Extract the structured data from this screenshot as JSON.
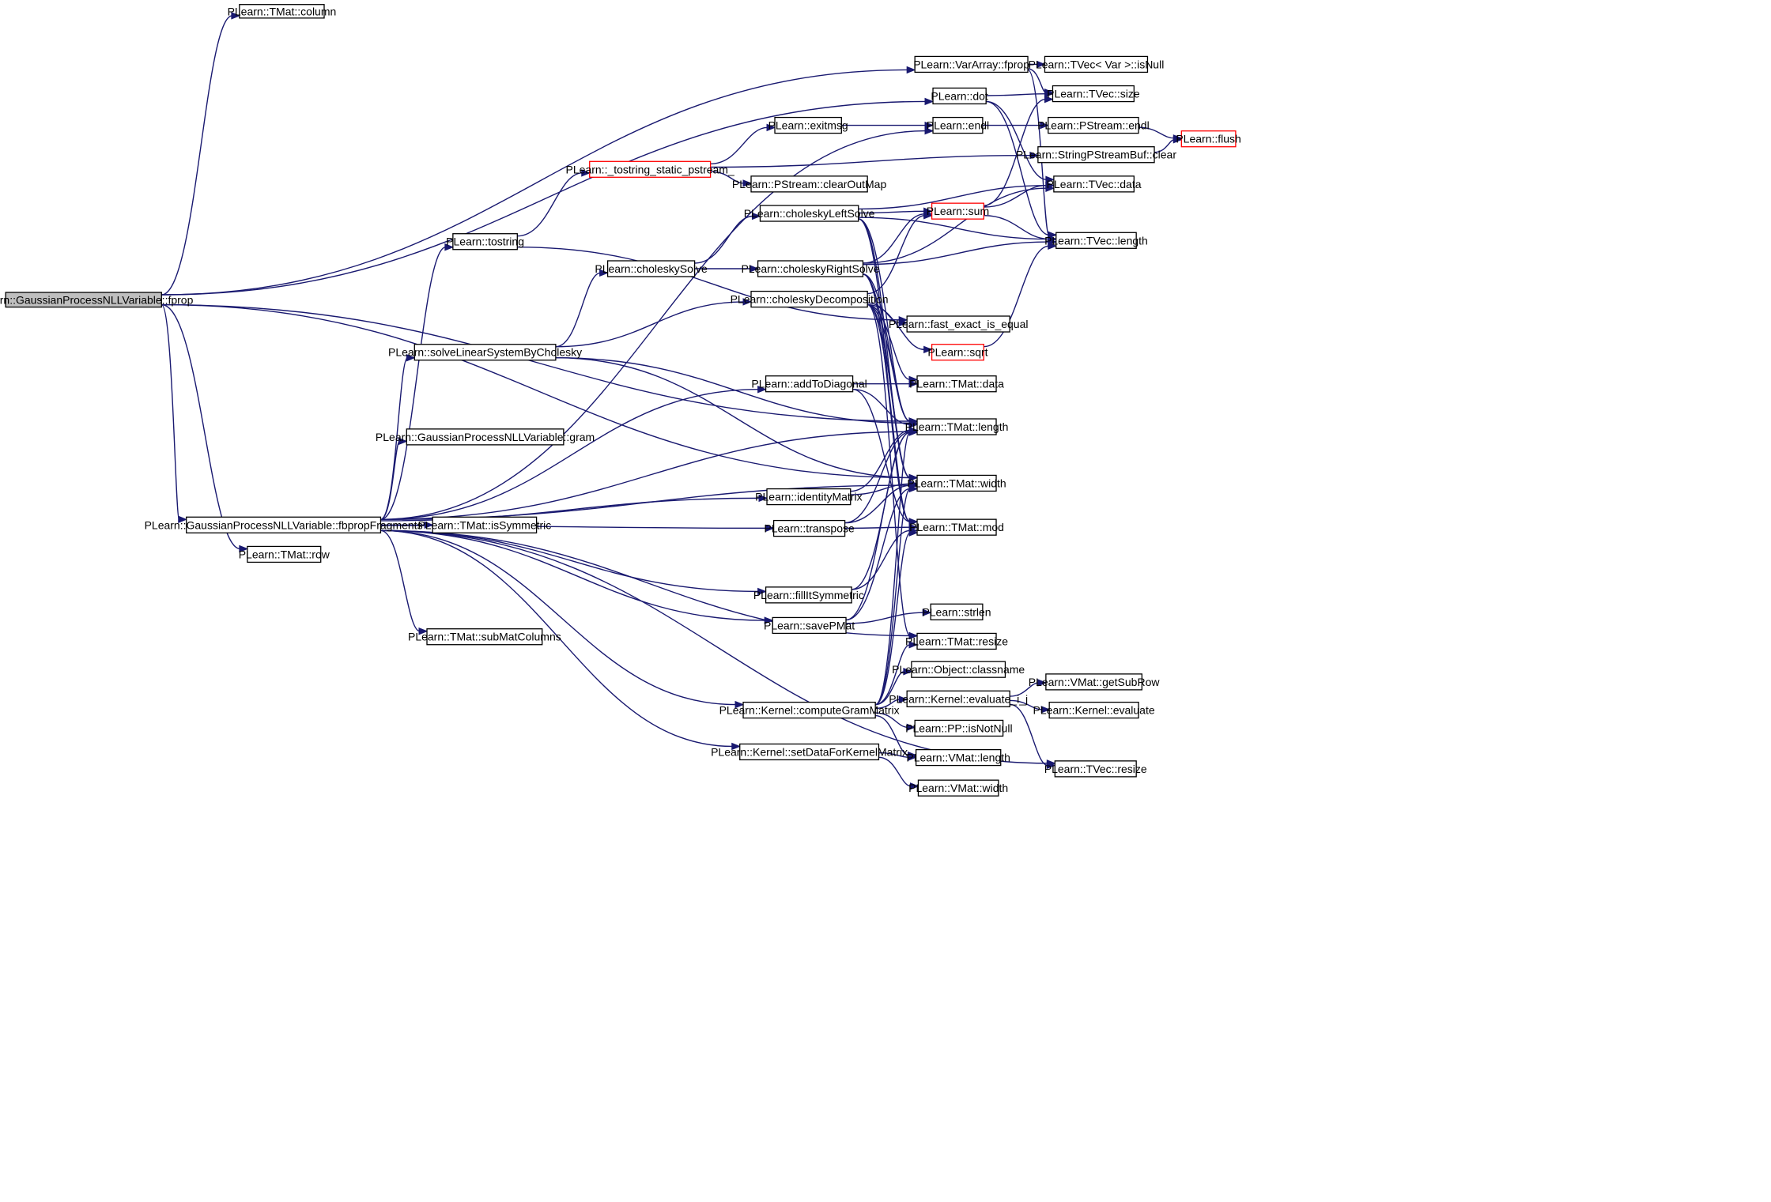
{
  "nodes": {
    "fprop": {
      "label": "PLearn::GaussianProcessNLLVariable::fprop",
      "style": "root"
    },
    "tmat_column": {
      "label": "PLearn::TMat::column"
    },
    "vararray_fprop": {
      "label": "PLearn::VarArray::fprop"
    },
    "tvec_var_isnull": {
      "label": "PLearn::TVec< Var >::isNull"
    },
    "dot": {
      "label": "PLearn::dot"
    },
    "tvec_size": {
      "label": "PLearn::TVec::size"
    },
    "exitmsg": {
      "label": "PLearn::exitmsg"
    },
    "endl": {
      "label": "PLearn::endl"
    },
    "pstream_endl": {
      "label": "PLearn::PStream::endl"
    },
    "flush": {
      "label": "PLearn::flush",
      "style": "red"
    },
    "tostring_static": {
      "label": "PLearn::_tostring_static_pstream_",
      "style": "red"
    },
    "stringpstreambuf_clear": {
      "label": "PLearn::StringPStreamBuf::clear"
    },
    "pstream_clearoutmap": {
      "label": "PLearn::PStream::clearOutMap"
    },
    "tvec_data": {
      "label": "PLearn::TVec::data"
    },
    "tostring": {
      "label": "PLearn::tostring"
    },
    "cholesky_left": {
      "label": "PLearn::choleskyLeftSolve"
    },
    "sum": {
      "label": "PLearn::sum",
      "style": "red"
    },
    "tvec_length": {
      "label": "PLearn::TVec::length"
    },
    "cholesky_solve": {
      "label": "PLearn::choleskySolve"
    },
    "cholesky_right": {
      "label": "PLearn::choleskyRightSolve"
    },
    "cholesky_decomp": {
      "label": "PLearn::choleskyDecomposition"
    },
    "fast_exact": {
      "label": "PLearn::fast_exact_is_equal"
    },
    "solve_linear": {
      "label": "PLearn::solveLinearSystemByCholesky"
    },
    "sqrt": {
      "label": "PLearn::sqrt",
      "style": "red"
    },
    "add_diag": {
      "label": "PLearn::addToDiagonal"
    },
    "tmat_data": {
      "label": "PLearn::TMat::data"
    },
    "tmat_length": {
      "label": "PLearn::TMat::length"
    },
    "gram": {
      "label": "PLearn::GaussianProcessNLLVariable::gram"
    },
    "tmat_width": {
      "label": "PLearn::TMat::width"
    },
    "identity": {
      "label": "PLearn::identityMatrix"
    },
    "fbprop": {
      "label": "PLearn::GaussianProcessNLLVariable::fbpropFragments"
    },
    "tmat_issym": {
      "label": "PLearn::TMat::isSymmetric"
    },
    "transpose": {
      "label": "PLearn::transpose"
    },
    "tmat_mod": {
      "label": "PLearn::TMat::mod"
    },
    "tmat_row": {
      "label": "PLearn::TMat::row"
    },
    "fill_sym": {
      "label": "PLearn::fillItSymmetric"
    },
    "strlen": {
      "label": "PLearn::strlen"
    },
    "save_pmat": {
      "label": "PLearn::savePMat"
    },
    "submat_cols": {
      "label": "PLearn::TMat::subMatColumns"
    },
    "tmat_resize": {
      "label": "PLearn::TMat::resize"
    },
    "classname": {
      "label": "PLearn::Object::classname"
    },
    "vmat_getsubrow": {
      "label": "PLearn::VMat::getSubRow"
    },
    "evaluate_ij": {
      "label": "PLearn::Kernel::evaluate_i_j"
    },
    "compute_gram": {
      "label": "PLearn::Kernel::computeGramMatrix"
    },
    "kernel_evaluate": {
      "label": "PLearn::Kernel::evaluate"
    },
    "pp_isnotnull": {
      "label": "PLearn::PP::isNotNull"
    },
    "set_data_kernel": {
      "label": "PLearn::Kernel::setDataForKernelMatrix"
    },
    "vmat_length": {
      "label": "PLearn::VMat::length"
    },
    "tvec_resize": {
      "label": "PLearn::TVec::resize"
    },
    "vmat_width": {
      "label": "PLearn::VMat::width"
    }
  },
  "edges": [
    [
      "fprop",
      "tmat_column"
    ],
    [
      "fprop",
      "vararray_fprop"
    ],
    [
      "fprop",
      "dot"
    ],
    [
      "fprop",
      "tmat_length"
    ],
    [
      "fprop",
      "tmat_width"
    ],
    [
      "fprop",
      "fbprop"
    ],
    [
      "fprop",
      "tmat_row"
    ],
    [
      "vararray_fprop",
      "tvec_var_isnull"
    ],
    [
      "vararray_fprop",
      "tvec_size"
    ],
    [
      "vararray_fprop",
      "tvec_length"
    ],
    [
      "dot",
      "tvec_size"
    ],
    [
      "dot",
      "tvec_data"
    ],
    [
      "dot",
      "tvec_length"
    ],
    [
      "exitmsg",
      "endl"
    ],
    [
      "endl",
      "pstream_endl"
    ],
    [
      "pstream_endl",
      "flush"
    ],
    [
      "stringpstreambuf_clear",
      "flush"
    ],
    [
      "tostring_static",
      "exitmsg"
    ],
    [
      "tostring_static",
      "stringpstreambuf_clear"
    ],
    [
      "tostring_static",
      "pstream_clearoutmap"
    ],
    [
      "tostring",
      "tostring_static"
    ],
    [
      "tostring",
      "fast_exact"
    ],
    [
      "cholesky_left",
      "tvec_data"
    ],
    [
      "cholesky_left",
      "sum"
    ],
    [
      "cholesky_left",
      "tvec_length"
    ],
    [
      "cholesky_left",
      "tmat_length"
    ],
    [
      "cholesky_left",
      "tmat_width"
    ],
    [
      "cholesky_left",
      "tmat_mod"
    ],
    [
      "sum",
      "tvec_size"
    ],
    [
      "sum",
      "tvec_data"
    ],
    [
      "sum",
      "tvec_length"
    ],
    [
      "cholesky_solve",
      "cholesky_left"
    ],
    [
      "cholesky_solve",
      "cholesky_right"
    ],
    [
      "cholesky_right",
      "sum"
    ],
    [
      "cholesky_right",
      "tvec_data"
    ],
    [
      "cholesky_right",
      "tvec_length"
    ],
    [
      "cholesky_right",
      "tmat_length"
    ],
    [
      "cholesky_right",
      "tmat_width"
    ],
    [
      "cholesky_right",
      "tmat_mod"
    ],
    [
      "cholesky_decomp",
      "sum"
    ],
    [
      "cholesky_decomp",
      "fast_exact"
    ],
    [
      "cholesky_decomp",
      "sqrt"
    ],
    [
      "cholesky_decomp",
      "tmat_data"
    ],
    [
      "cholesky_decomp",
      "tmat_length"
    ],
    [
      "cholesky_decomp",
      "tmat_width"
    ],
    [
      "cholesky_decomp",
      "tmat_mod"
    ],
    [
      "cholesky_decomp",
      "tmat_resize"
    ],
    [
      "sqrt",
      "tvec_length"
    ],
    [
      "solve_linear",
      "cholesky_solve"
    ],
    [
      "solve_linear",
      "cholesky_decomp"
    ],
    [
      "solve_linear",
      "tmat_length"
    ],
    [
      "solve_linear",
      "tmat_width"
    ],
    [
      "add_diag",
      "tmat_data"
    ],
    [
      "add_diag",
      "tmat_length"
    ],
    [
      "add_diag",
      "tmat_mod"
    ],
    [
      "identity",
      "tmat_length"
    ],
    [
      "identity",
      "tmat_width"
    ],
    [
      "transpose",
      "tmat_length"
    ],
    [
      "transpose",
      "tmat_width"
    ],
    [
      "transpose",
      "tmat_mod"
    ],
    [
      "fill_sym",
      "tmat_length"
    ],
    [
      "fill_sym",
      "tmat_mod"
    ],
    [
      "save_pmat",
      "strlen"
    ],
    [
      "save_pmat",
      "tmat_length"
    ],
    [
      "save_pmat",
      "tmat_width"
    ],
    [
      "compute_gram",
      "tmat_length"
    ],
    [
      "compute_gram",
      "tmat_width"
    ],
    [
      "compute_gram",
      "tmat_mod"
    ],
    [
      "compute_gram",
      "tmat_resize"
    ],
    [
      "compute_gram",
      "classname"
    ],
    [
      "compute_gram",
      "evaluate_ij"
    ],
    [
      "compute_gram",
      "pp_isnotnull"
    ],
    [
      "compute_gram",
      "vmat_length"
    ],
    [
      "evaluate_ij",
      "vmat_getsubrow"
    ],
    [
      "evaluate_ij",
      "kernel_evaluate"
    ],
    [
      "evaluate_ij",
      "tvec_resize"
    ],
    [
      "set_data_kernel",
      "vmat_length"
    ],
    [
      "set_data_kernel",
      "vmat_width"
    ],
    [
      "fbprop",
      "tostring"
    ],
    [
      "fbprop",
      "endl"
    ],
    [
      "fbprop",
      "solve_linear"
    ],
    [
      "fbprop",
      "add_diag"
    ],
    [
      "fbprop",
      "gram"
    ],
    [
      "fbprop",
      "tmat_length"
    ],
    [
      "fbprop",
      "identity"
    ],
    [
      "fbprop",
      "tmat_issym"
    ],
    [
      "fbprop",
      "transpose"
    ],
    [
      "fbprop",
      "tmat_width"
    ],
    [
      "fbprop",
      "fill_sym"
    ],
    [
      "fbprop",
      "save_pmat"
    ],
    [
      "fbprop",
      "submat_cols"
    ],
    [
      "fbprop",
      "tmat_resize"
    ],
    [
      "fbprop",
      "compute_gram"
    ],
    [
      "fbprop",
      "set_data_kernel"
    ],
    [
      "fbprop",
      "tvec_resize"
    ]
  ]
}
